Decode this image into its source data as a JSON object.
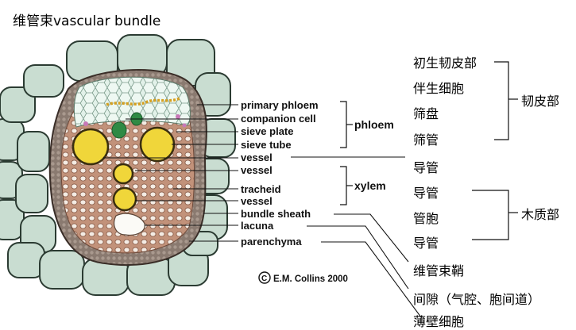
{
  "title": "维管束vascular bundle",
  "labels_en": {
    "primary_phloem": "primary phloem",
    "companion_cell": "companion cell",
    "sieve_plate": "sieve plate",
    "sieve_tube": "sieve tube",
    "phloem": "phloem",
    "vessel1": "vessel",
    "vessel2": "vessel",
    "tracheid": "tracheid",
    "vessel3": "vessel",
    "xylem": "xylem",
    "bundle_sheath": "bundle sheath",
    "lacuna": "lacuna",
    "parenchyma": "parenchyma",
    "copyright": "E.M. Collins 2000"
  },
  "labels_zh": {
    "primary_phloem": "初生韧皮部",
    "companion_cell": "伴生细胞",
    "sieve_plate": "筛盘",
    "sieve_tube": "筛管",
    "phloem": "韧皮部",
    "vessel1": "导管",
    "vessel2": "导管",
    "tracheid": "管胞",
    "vessel3": "导管",
    "xylem": "木质部",
    "bundle_sheath": "维管束鞘",
    "lacuna": "间隙（气腔、胞间道）",
    "parenchyma": "薄壁细胞"
  },
  "colors": {
    "parenchyma": "#c9ddd1",
    "parenchyma_outline": "#2b3b32",
    "sheath": "#8a7a70",
    "xylem_tissue": "#c2927a",
    "xylem_cell": "#f4ece4",
    "phloem_tissue": "#e2f1e9",
    "vessel": "#f0d63a",
    "companion": "#2f8a44",
    "sieve_plate": "#d6a020",
    "pink": "#c878b8"
  }
}
